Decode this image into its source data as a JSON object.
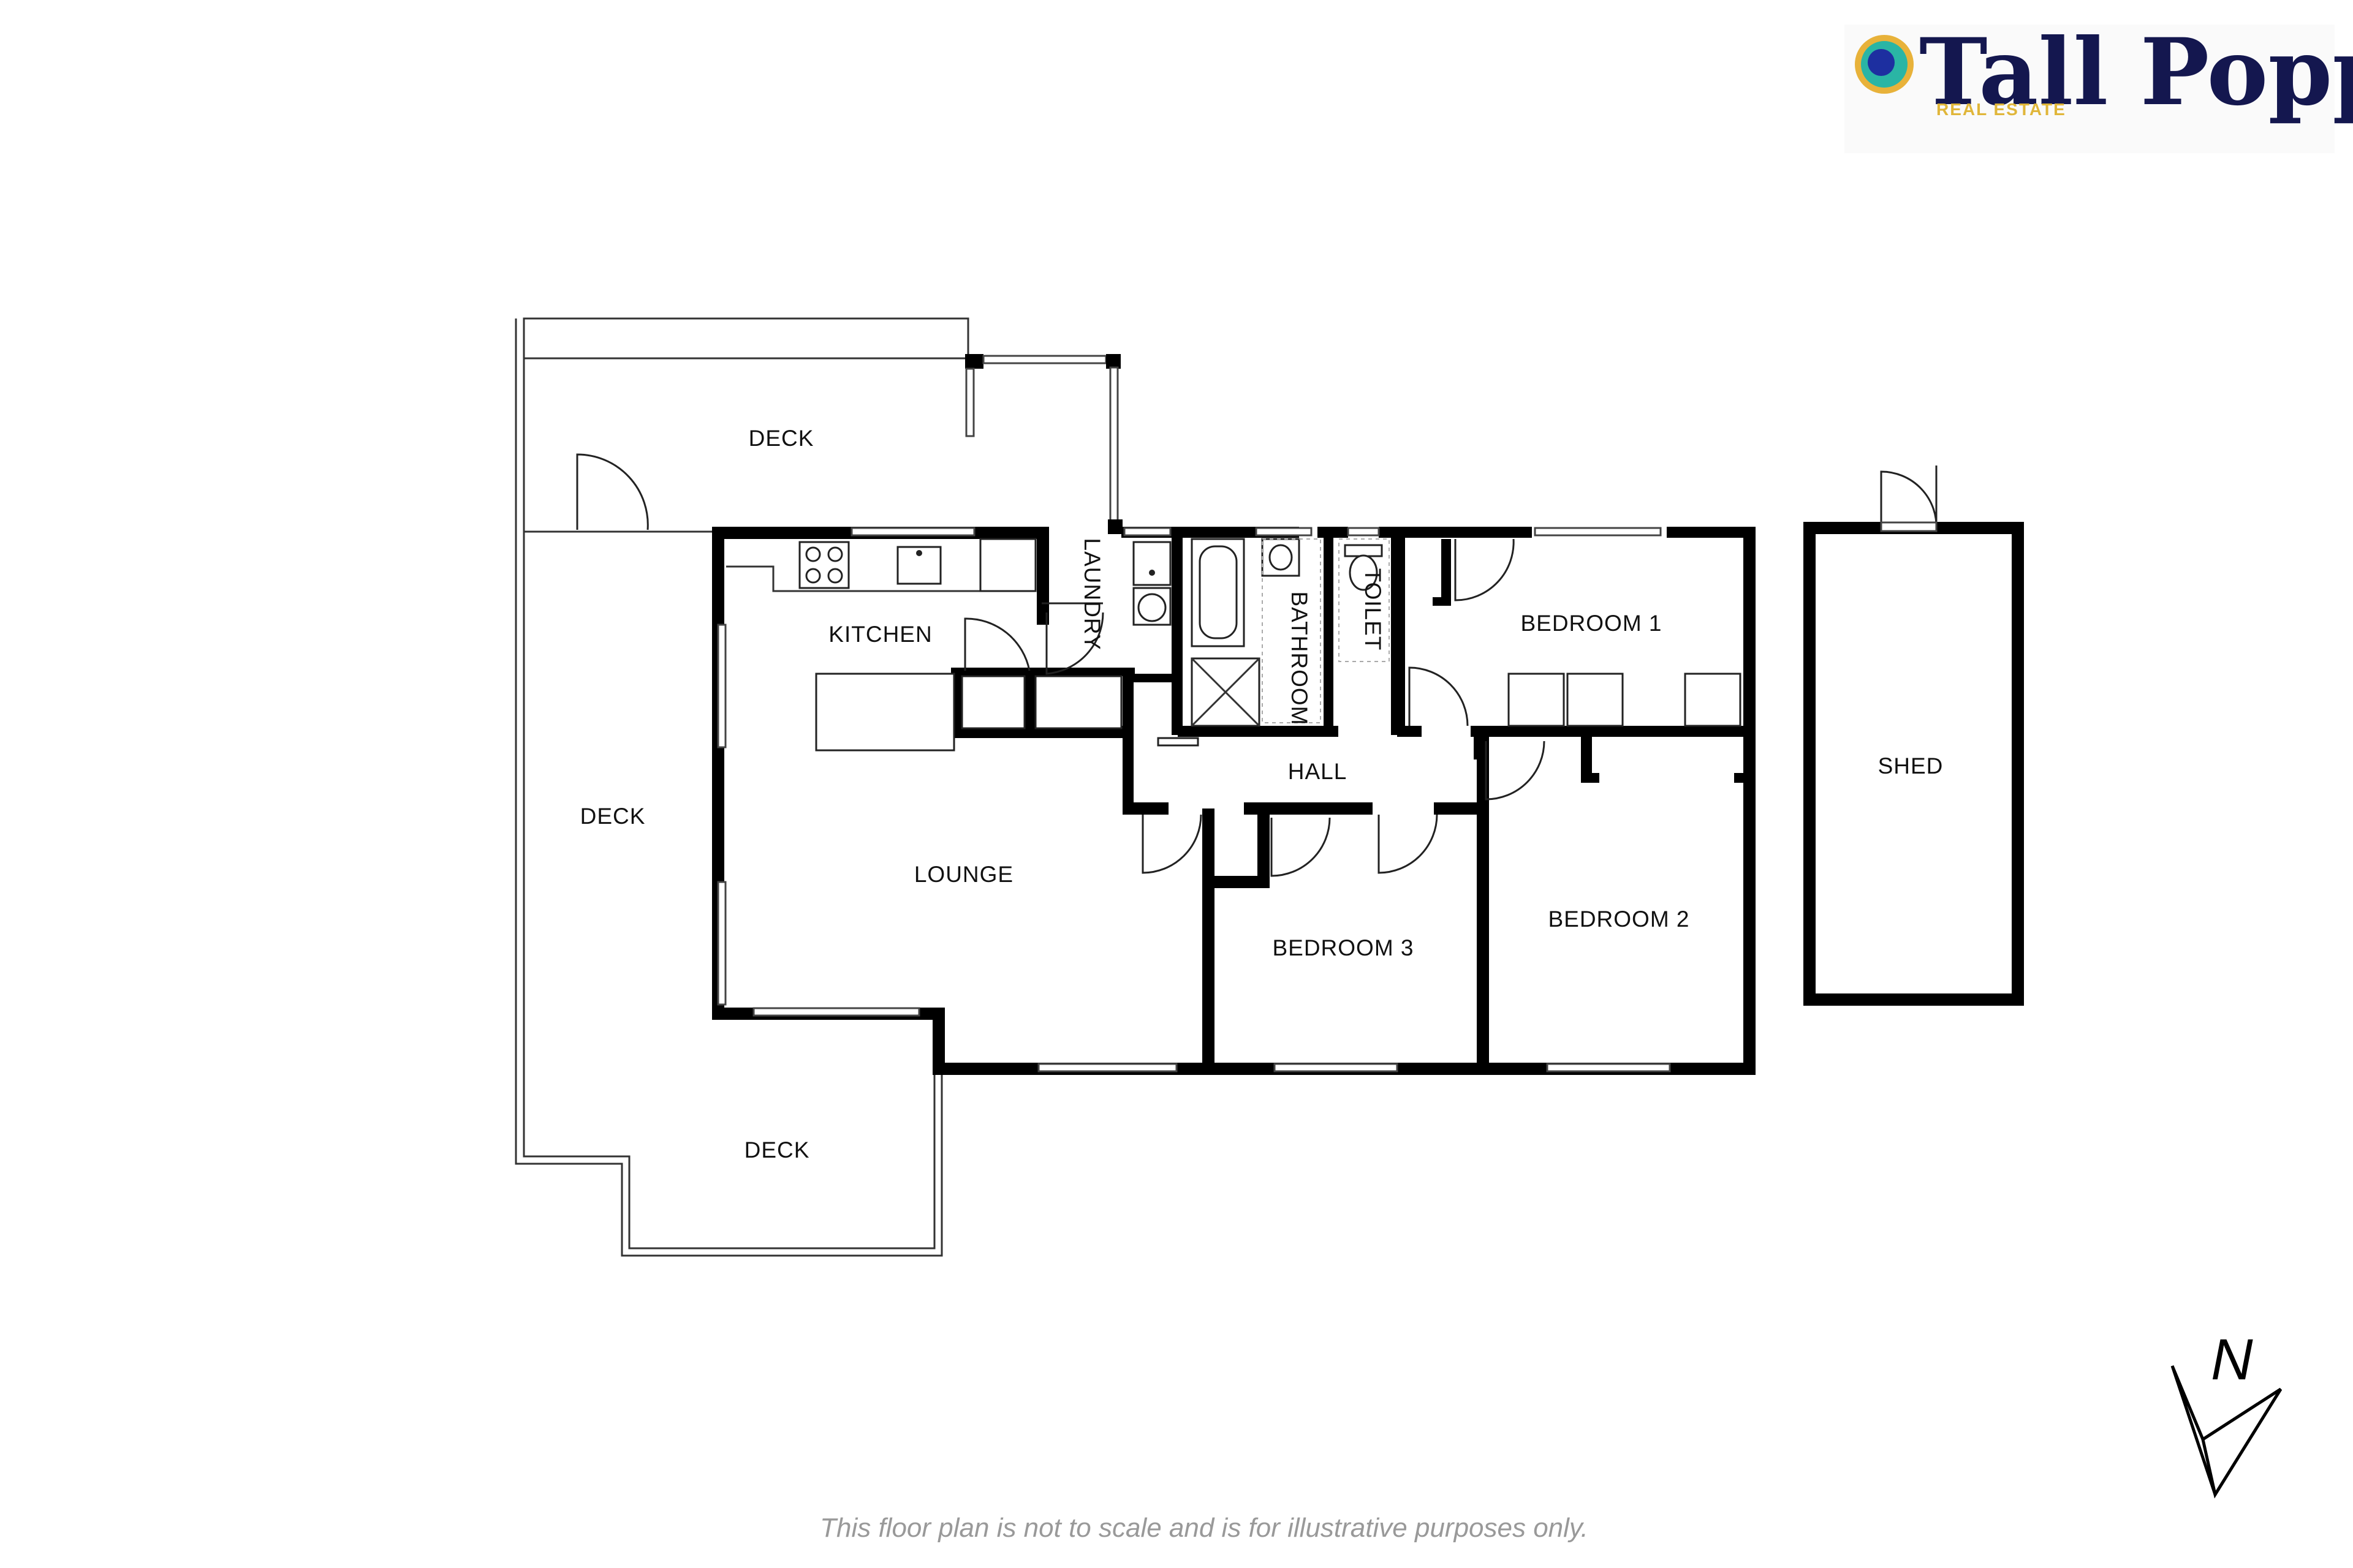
{
  "brand": {
    "name": "Tall Poppy",
    "tagline": "REAL ESTATE",
    "logo_colors": {
      "outer": "#e8b23a",
      "inner": "#2ab5a5",
      "dot": "#1d2fa0",
      "text": "#14174f"
    }
  },
  "rooms": {
    "deck_top": "DECK",
    "deck_left": "DECK",
    "deck_bottom": "DECK",
    "kitchen": "KITCHEN",
    "laundry": "LAUNDRY",
    "bathroom": "BATHROOM",
    "toilet": "TOILET",
    "bedroom1": "BEDROOM 1",
    "bedroom2": "BEDROOM 2",
    "bedroom3": "BEDROOM 3",
    "hall": "HALL",
    "lounge": "LOUNGE",
    "shed": "SHED"
  },
  "compass": {
    "label": "N"
  },
  "disclaimer": "This floor plan is not to scale and is for illustrative purposes only."
}
